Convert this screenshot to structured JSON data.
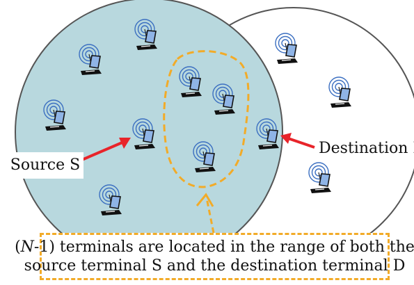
{
  "labels": {
    "source": "Source S",
    "destination": "Destination D"
  },
  "caption": {
    "line1_prefix": "(",
    "line1_italic": "N",
    "line1_rest": "-1) terminals are located in the range of both the",
    "line2": "source terminal S and the destination terminal D"
  },
  "colors": {
    "source_range_fill": "#b8d8de",
    "range_outline": "#555555",
    "highlight_dash": "#f2ab28",
    "arrow_red": "#e8242a",
    "antenna_blue": "#3b6fc1",
    "screen_blue": "#8fb4e6"
  },
  "icons": [
    "laptop-terminal-icon",
    "antenna-signal-icon"
  ]
}
